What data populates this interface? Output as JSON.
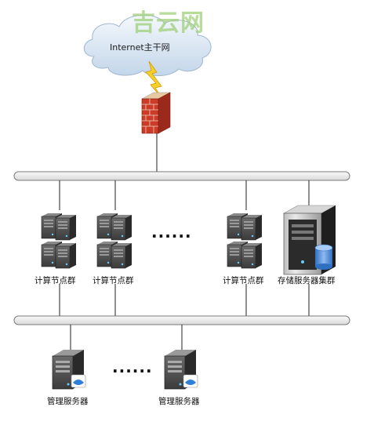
{
  "watermark": "吉云网",
  "internet": {
    "label": "Internet主干网"
  },
  "cluster_labels": [
    "计算节点群",
    "计算节点群",
    "计算节点群"
  ],
  "storage_label": "存储服务器集群",
  "management_labels": [
    "管理服务器",
    "管理服务器"
  ],
  "ellipsis": "......",
  "colors": {
    "bus_fill": "#eeeeee",
    "bus_stroke": "#777777",
    "cloud": "#cfe0ef",
    "firewall_brick": "#cc3a28",
    "server_dark": "#3a3a3a"
  }
}
